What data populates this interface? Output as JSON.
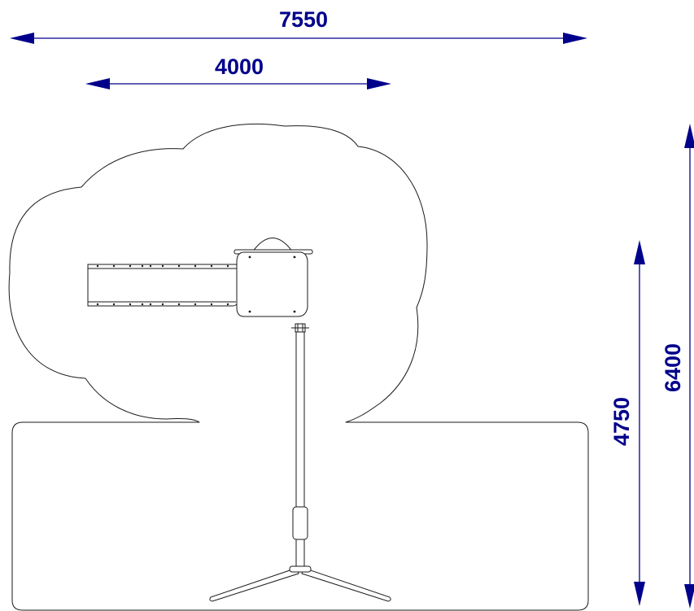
{
  "diagram": {
    "type": "playground-equipment-footprint-plan",
    "dimension_color": "#00008b",
    "outline_color": "#1a1a1a",
    "dimensions": [
      {
        "id": "overall-width",
        "value": "7550",
        "orientation": "horizontal"
      },
      {
        "id": "zone-width",
        "value": "4000",
        "orientation": "horizontal"
      },
      {
        "id": "zone-height",
        "value": "4750",
        "orientation": "vertical"
      },
      {
        "id": "overall-height",
        "value": "6400",
        "orientation": "vertical"
      }
    ]
  }
}
